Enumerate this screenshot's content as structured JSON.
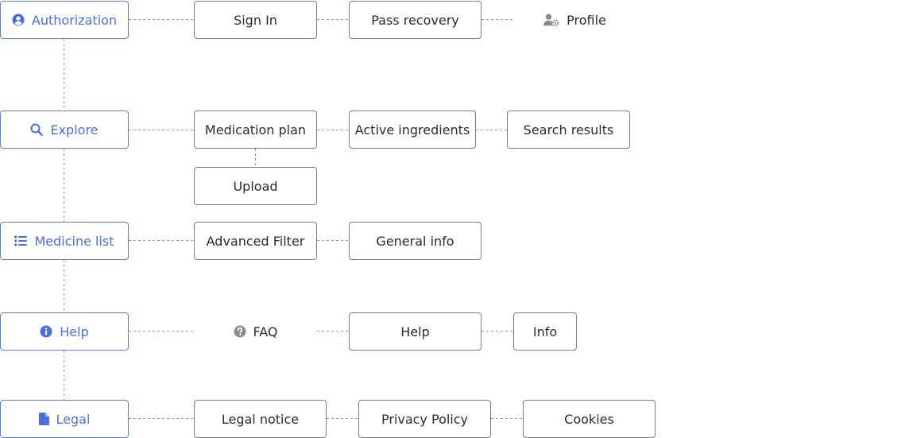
{
  "colors": {
    "accent": "#4a6fdc",
    "category_border": "#5c7fe0",
    "node_border": "#7d7d7d",
    "connector": "#9a9a9a",
    "muted_icon": "#8a8a8a"
  },
  "categories": {
    "authorization": {
      "label": "Authorization",
      "icon": "user-circle-icon"
    },
    "explore": {
      "label": "Explore",
      "icon": "search-icon"
    },
    "medicine_list": {
      "label": "Medicine list",
      "icon": "list-icon"
    },
    "help": {
      "label": "Help",
      "icon": "info-circle-icon"
    },
    "legal": {
      "label": "Legal",
      "icon": "document-icon"
    }
  },
  "nodes": {
    "sign_in": "Sign In",
    "pass_recovery": "Pass recovery",
    "profile": {
      "label": "Profile",
      "icon": "user-settings-icon"
    },
    "medication_plan": "Medication plan",
    "active_ingredients": "Active ingredients",
    "search_results": "Search results",
    "upload": "Upload",
    "advanced_filter": "Advanced Filter",
    "general_info": "General info",
    "faq": {
      "label": "FAQ",
      "icon": "question-circle-icon"
    },
    "help": "Help",
    "info": "Info",
    "legal_notice": "Legal notice",
    "privacy_policy": "Privacy Policy",
    "cookies": "Cookies"
  }
}
